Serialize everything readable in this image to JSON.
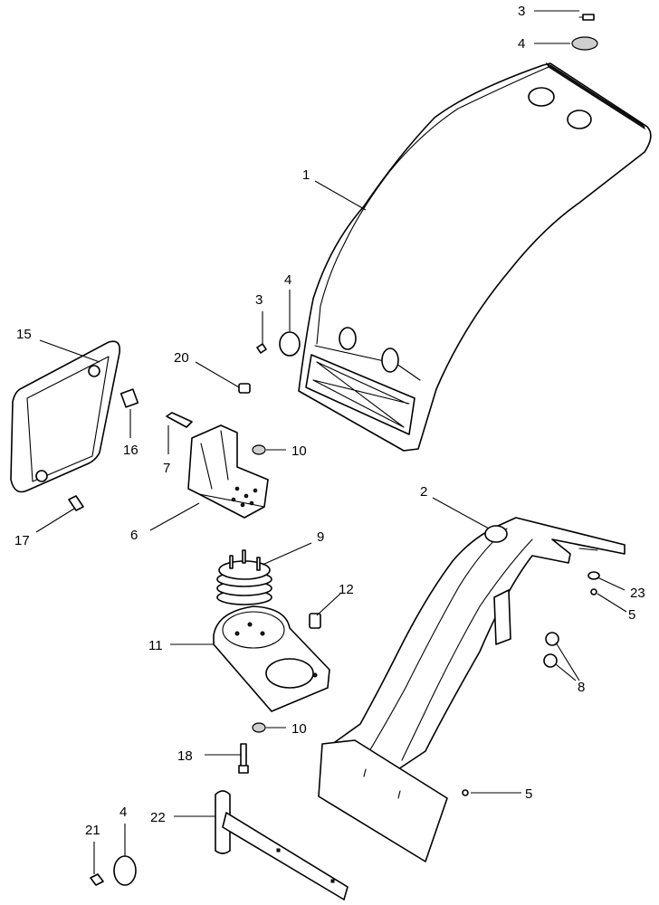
{
  "diagram": {
    "callouts": [
      {
        "id": "c1",
        "label": "1"
      },
      {
        "id": "c2",
        "label": "2"
      },
      {
        "id": "c3a",
        "label": "3"
      },
      {
        "id": "c3b",
        "label": "3"
      },
      {
        "id": "c4a",
        "label": "4"
      },
      {
        "id": "c4b",
        "label": "4"
      },
      {
        "id": "c4c",
        "label": "4"
      },
      {
        "id": "c5a",
        "label": "5"
      },
      {
        "id": "c5b",
        "label": "5"
      },
      {
        "id": "c6",
        "label": "6"
      },
      {
        "id": "c7",
        "label": "7"
      },
      {
        "id": "c8",
        "label": "8"
      },
      {
        "id": "c9",
        "label": "9"
      },
      {
        "id": "c10a",
        "label": "10"
      },
      {
        "id": "c10b",
        "label": "10"
      },
      {
        "id": "c11",
        "label": "11"
      },
      {
        "id": "c12",
        "label": "12"
      },
      {
        "id": "c15",
        "label": "15"
      },
      {
        "id": "c16",
        "label": "16"
      },
      {
        "id": "c17",
        "label": "17"
      },
      {
        "id": "c18",
        "label": "18"
      },
      {
        "id": "c20",
        "label": "20"
      },
      {
        "id": "c21",
        "label": "21"
      },
      {
        "id": "c22",
        "label": "22"
      },
      {
        "id": "c23",
        "label": "23"
      }
    ]
  }
}
